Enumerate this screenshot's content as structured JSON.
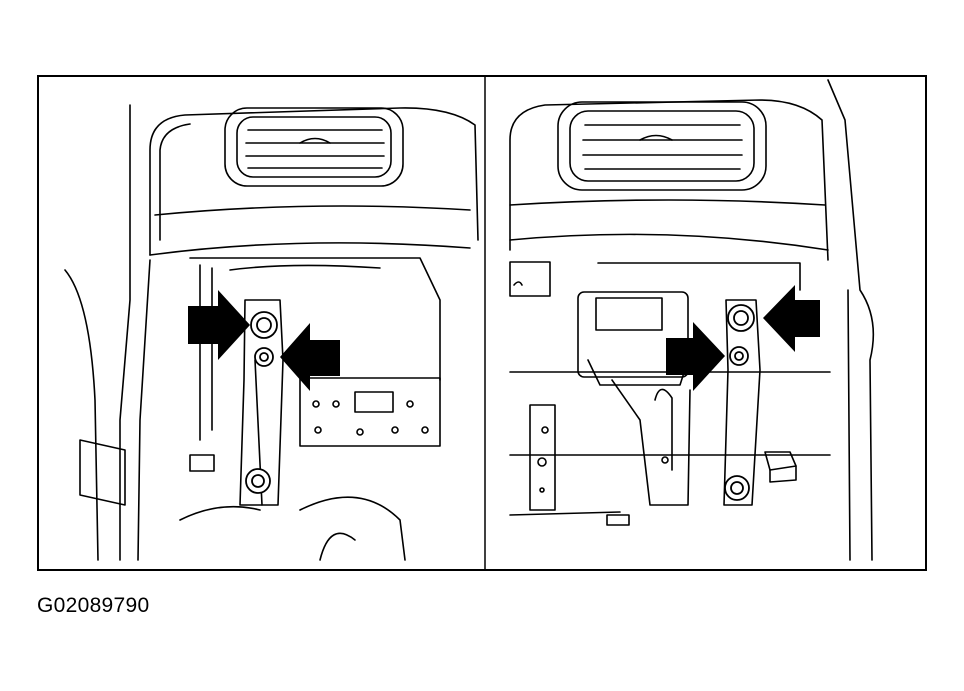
{
  "caption": {
    "figure_id": "G02089790"
  },
  "colors": {
    "ink": "#000000",
    "paper": "#ffffff"
  },
  "panels": [
    {
      "id": "left",
      "arrow_count": 2,
      "bolt_count": 3
    },
    {
      "id": "right",
      "arrow_count": 2,
      "bolt_count": 3
    }
  ],
  "icons": [
    "bolt-icon",
    "pointer-arrow-icon",
    "air-vent-icon"
  ]
}
